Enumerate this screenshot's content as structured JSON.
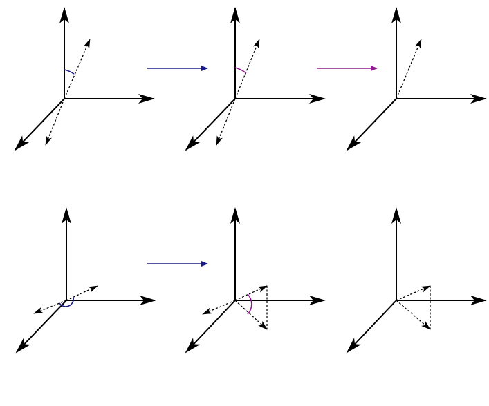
{
  "colors": {
    "axis": "#000000",
    "blue": "#1a1a8c",
    "purple": "#8b1a8b"
  },
  "rows": [
    {
      "name": "top-row",
      "steps": [
        {
          "name": "initial-state",
          "dashed_vectors": 2,
          "angle_arc_color": "#1a1a8c"
        },
        {
          "name": "rotated-state",
          "dashed_vectors": 2,
          "angle_arc_color": "#8b1a8b"
        },
        {
          "name": "final-state",
          "dashed_vectors": 1
        }
      ],
      "transitions": [
        "#1a1a8c",
        "#8b1a8b"
      ]
    },
    {
      "name": "bottom-row",
      "steps": [
        {
          "name": "initial-state",
          "dashed_vectors": 2,
          "angle_arc_color": "#1a1a8c"
        },
        {
          "name": "triangle-state",
          "dashed_vectors": 3,
          "angle_arc_color": "#8b1a8b"
        },
        {
          "name": "final-state",
          "dashed_vectors": 2
        }
      ],
      "transitions": [
        "#1a1a8c"
      ]
    }
  ]
}
